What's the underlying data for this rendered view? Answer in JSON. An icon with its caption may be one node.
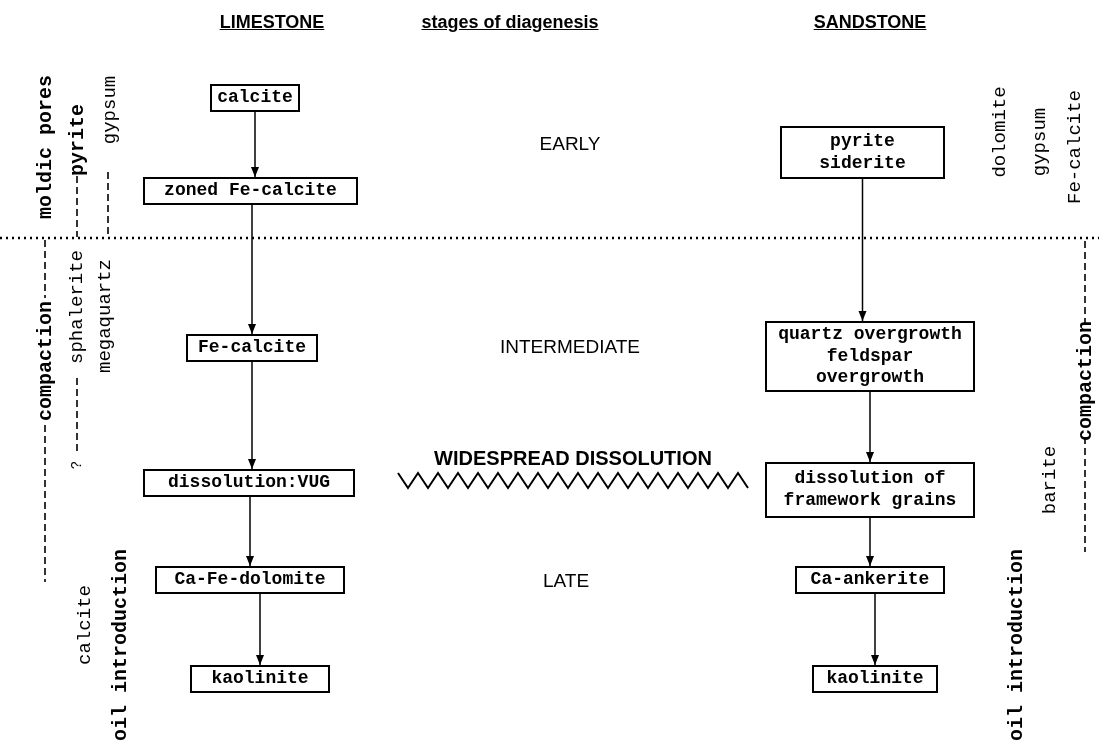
{
  "diagram": {
    "nodes": [
      {
        "text": [
          "calcite"
        ]
      },
      {
        "text": [
          "zoned Fe-calcite"
        ]
      },
      {
        "text": [
          "Fe-calcite"
        ]
      },
      {
        "text": [
          "dissolution:VUG"
        ]
      },
      {
        "text": [
          "Ca-Fe-dolomite"
        ]
      },
      {
        "text": [
          "kaolinite"
        ]
      },
      {
        "text": [
          "pyrite siderite"
        ]
      },
      {
        "text": [
          "quartz overgrowth feldspar overgrowth"
        ]
      },
      {
        "text": [
          "dissolution of framework grains"
        ]
      },
      {
        "text": [
          "Ca-ankerite"
        ]
      },
      {
        "text": [
          "kaolinite"
        ]
      }
    ],
    "edges": [
      {
        "from": 0,
        "to": 1,
        "arrow": "to"
      },
      {
        "from": 1,
        "to": 2,
        "arrow": "to"
      },
      {
        "from": 2,
        "to": 3,
        "arrow": "to"
      },
      {
        "from": 3,
        "to": 4,
        "arrow": "to"
      },
      {
        "from": 4,
        "to": 5,
        "arrow": "to"
      },
      {
        "from": 6,
        "to": 7,
        "arrow": "to"
      },
      {
        "from": 7,
        "to": 8,
        "arrow": "to"
      },
      {
        "from": 8,
        "to": 9,
        "arrow": "to"
      },
      {
        "from": 9,
        "to": 10,
        "arrow": "to"
      }
    ],
    "labels": [
      "LIMESTONE",
      "stages of diagenesis",
      "SANDSTONE",
      "moldic pores",
      "pyrite",
      "gypsum",
      "dolomite",
      "gypsum",
      "Fe-calcite",
      "EARLY",
      "compaction",
      "sphalerite",
      "megaquartz",
      "INTERMEDIATE",
      "compaction",
      "?",
      "WIDESPREAD DISSOLUTION",
      "barite",
      "calcite",
      "oil introduction",
      "LATE",
      "oil introduction"
    ]
  }
}
